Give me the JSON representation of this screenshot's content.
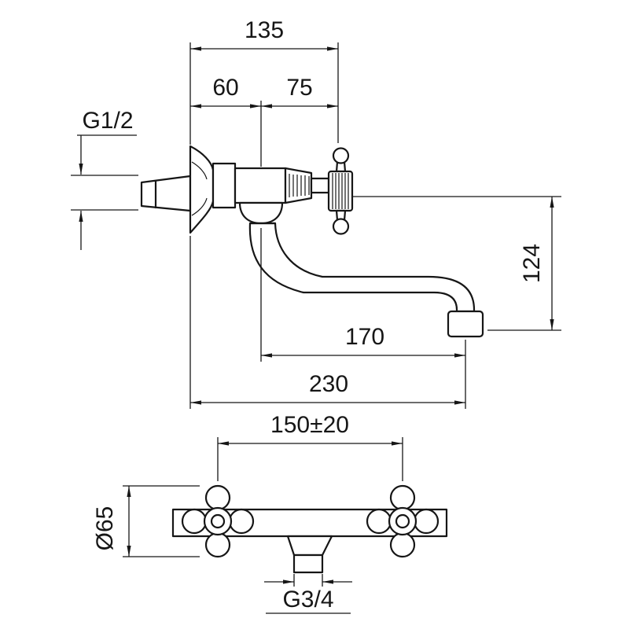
{
  "side_view": {
    "dim_width_total": "135",
    "dim_width_left": "60",
    "dim_width_right": "75",
    "inlet_thread": "G1/2",
    "dim_height": "124",
    "dim_spout_reach": "170",
    "dim_reach_total": "230"
  },
  "front_view": {
    "dim_wall_centers": "150±20",
    "dim_handle_diameter": "Ø65",
    "outlet_thread": "G3/4"
  },
  "colors": {
    "line": "#161616",
    "background": "#ffffff"
  }
}
